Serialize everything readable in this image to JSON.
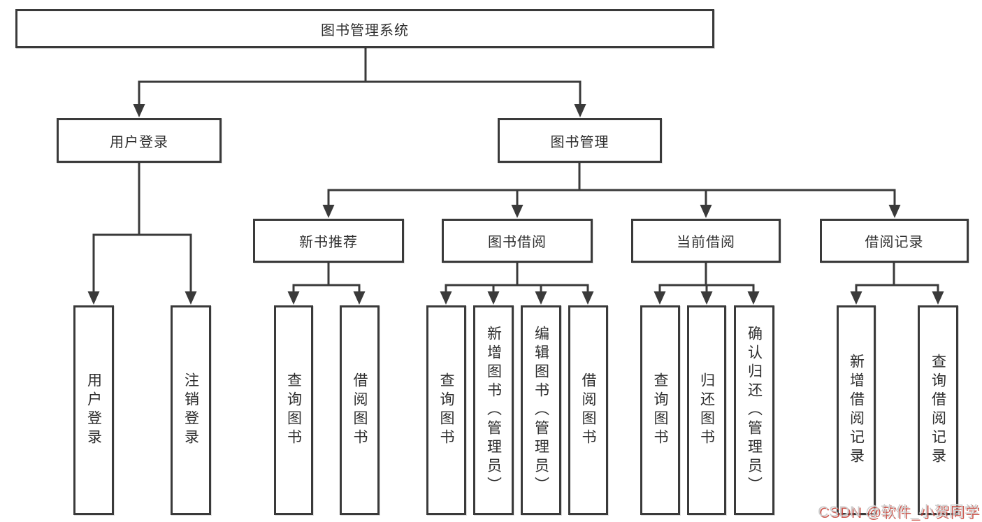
{
  "diagram": {
    "root": {
      "label": "图书管理系统"
    },
    "level2": [
      {
        "label": "用户登录"
      },
      {
        "label": "图书管理"
      }
    ],
    "level3": [
      {
        "label": "新书推荐"
      },
      {
        "label": "图书借阅"
      },
      {
        "label": "当前借阅"
      },
      {
        "label": "借阅记录"
      }
    ],
    "leaves": {
      "user_login": [
        {
          "label": "用户登录"
        },
        {
          "label": "注销登录"
        }
      ],
      "new_book_recommend": [
        {
          "label": "查询图书"
        },
        {
          "label": "借阅图书"
        }
      ],
      "book_borrow": [
        {
          "label": "查询图书"
        },
        {
          "label": "新增图书（管理员）"
        },
        {
          "label": "编辑图书（管理员）"
        },
        {
          "label": "借阅图书"
        }
      ],
      "current_borrow": [
        {
          "label": "查询图书"
        },
        {
          "label": "归还图书"
        },
        {
          "label": "确认归还（管理员）"
        }
      ],
      "borrow_record": [
        {
          "label": "新增借阅记录"
        },
        {
          "label": "查询借阅记录"
        }
      ]
    },
    "colors": {
      "line": "#3a3a3a",
      "text": "#2e2e2e",
      "background": "#ffffff"
    }
  },
  "watermark": {
    "text": "CSDN @软件_小贺同学",
    "text_color": "#cccccc",
    "shadow_color": "#c43e34"
  }
}
